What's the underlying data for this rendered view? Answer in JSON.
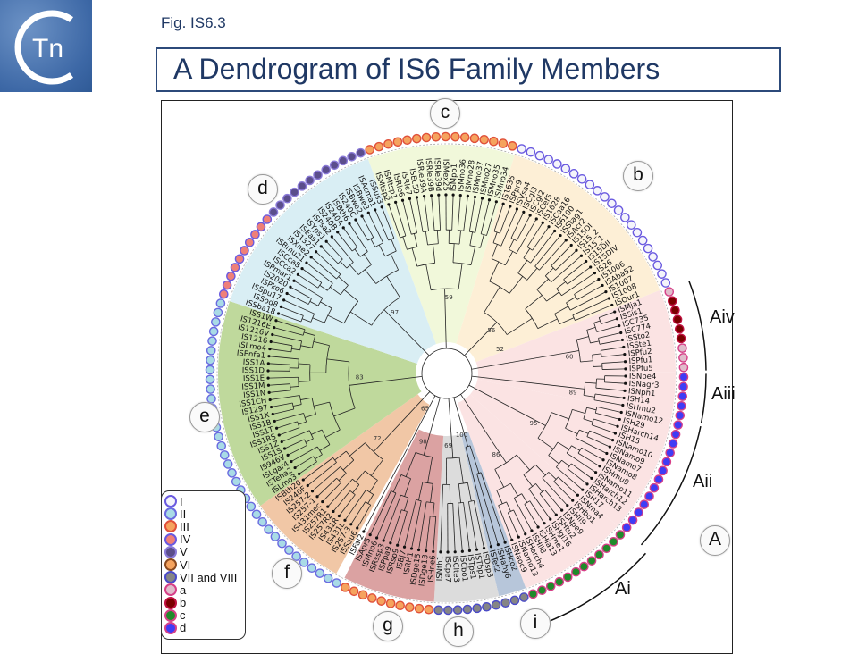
{
  "header": {
    "logo_text": "Tn",
    "fig_label": "Fig. IS6.3",
    "title": "A Dendrogram of IS6 Family Members"
  },
  "group_letters": {
    "c": "c",
    "b": "b",
    "d": "d",
    "e": "e",
    "f": "f",
    "g": "g",
    "h": "h",
    "i": "i",
    "A": "A"
  },
  "subgroup_labels": {
    "Aiv": "Aiv",
    "Aiii": "Aiii",
    "Aii": "Aii",
    "Ai": "Ai"
  },
  "dot_styles": {
    "I": {
      "fill": "#f4f4fa",
      "stroke": "#6a5ae0"
    },
    "II": {
      "fill": "#a9dbe6",
      "stroke": "#6a6ae0"
    },
    "III": {
      "fill": "#f5a35e",
      "stroke": "#e0503a"
    },
    "IV": {
      "fill": "#ef8078",
      "stroke": "#6a5ae0"
    },
    "V": {
      "fill": "#5b4e8c",
      "stroke": "#8a7ad8"
    },
    "VI": {
      "fill": "#f5a35e",
      "stroke": "#8a4a20"
    },
    "VII": {
      "fill": "#858585",
      "stroke": "#4a4ac8"
    },
    "a": {
      "fill": "#e0bccb",
      "stroke": "#d64088"
    },
    "b": {
      "fill": "#7a0000",
      "stroke": "#c01040"
    },
    "c": {
      "fill": "#1f8a2a",
      "stroke": "#d64088"
    },
    "d": {
      "fill": "#3f3cf5",
      "stroke": "#d64088"
    }
  },
  "legend": [
    {
      "key": "I",
      "label": "I"
    },
    {
      "key": "II",
      "label": "II"
    },
    {
      "key": "III",
      "label": "III"
    },
    {
      "key": "IV",
      "label": "IV"
    },
    {
      "key": "V",
      "label": "V"
    },
    {
      "key": "VI",
      "label": "VI"
    },
    {
      "key": "VII",
      "label": "VII and VIII"
    },
    {
      "key": "a",
      "label": "a"
    },
    {
      "key": "b",
      "label": "b"
    },
    {
      "key": "c",
      "label": "c"
    },
    {
      "key": "d",
      "label": "d"
    }
  ],
  "center_support": "52",
  "clades": [
    {
      "id": "c",
      "color": "#f1f8da",
      "support": "59",
      "leaves": [
        "ISMtsp2",
        "ISMtsp1",
        "ISRle6",
        "ISRle7",
        "ISEc59",
        "ISRle39A",
        "ISRle39B",
        "ISRle39d",
        "ISMex25",
        "ISMpo1",
        "ISMno36",
        "ISMno28",
        "ISMno37",
        "ISMno27",
        "ISMno35",
        "ISMno34"
      ],
      "dot": "III"
    },
    {
      "id": "b",
      "color": "#fdefd6",
      "support": "56",
      "leaves": [
        "IS1635",
        "ISPpr9",
        "ISVsa4",
        "ISCgl3",
        "ISCgl2",
        "ISCef5",
        "IS1628",
        "ISCaa16",
        "IS6100",
        "ISStag1",
        "ISAcr2",
        "IS15DI",
        "IS15_2",
        "IS15_1",
        "IS15DII",
        "IS15DIV",
        "IS26",
        "IS1006",
        "ISAba52",
        "IS1007",
        "IS1008",
        "ISOur1"
      ],
      "dot": "I"
    },
    {
      "id": "Aiv",
      "color": "#fbe3e3",
      "support": "60",
      "leaves": [
        "ISMja1",
        "ISSis1",
        "ISC735",
        "ISC774",
        "ISSto2",
        "ISSte1",
        "ISPfu2",
        "ISPfu1",
        "ISPfu5"
      ],
      "dots": [
        "a",
        "b",
        "b",
        "b",
        "b",
        "b",
        "a",
        "a",
        "a"
      ]
    },
    {
      "id": "Aiii",
      "color": "#fbe3e3",
      "support": "89",
      "leaves": [
        "ISNpe4",
        "ISNagr3",
        "ISNph1",
        "ISH14",
        "ISHmu2"
      ],
      "dot": "d"
    },
    {
      "id": "Aii",
      "color": "#fbe3e3",
      "support": "95",
      "leaves": [
        "ISNamo12",
        "ISH29",
        "ISHarch14",
        "ISH15",
        "ISNamo10",
        "ISNamo9",
        "ISNamo7",
        "ISNamo8",
        "ISHmu9",
        "ISNamo11",
        "ISHarch12",
        "ISHarch13",
        "ISH17"
      ],
      "dot": "d"
    },
    {
      "id": "Ai",
      "color": "#fbe3e3",
      "support": "86",
      "leaves": [
        "ISNma4",
        "ISHbo1",
        "ISHli9",
        "ISNpe9",
        "ISHtu2",
        "ISHgi16",
        "ISHme1",
        "ISHla13",
        "ISHli8",
        "ISHarch4",
        "ISNamo13",
        "ISNaoc9"
      ],
      "dot": "c"
    },
    {
      "id": "i",
      "color": "#b7c6da",
      "support": "100",
      "leaves": [
        "ISHco2",
        "ISHahy6",
        "ISTet2"
      ],
      "dot": "VII"
    },
    {
      "id": "h",
      "color": "#dcdcdc",
      "support": "69",
      "leaves": [
        "ISDsp3",
        "ISTbp1",
        "ISTps1",
        "ISCbo1",
        "ISCite3",
        "ISCpe7",
        "ISNth1"
      ],
      "dot": "VII"
    },
    {
      "id": "g",
      "color": "#dba2a2",
      "support": "98",
      "leaves": [
        "ISHne6",
        "ISDge13",
        "ISDge15",
        "ISRH1",
        "ISBj7",
        "ISRsp9",
        "ISPpa9",
        "ISRssp3",
        "ISMno6",
        "ISApr5"
      ],
      "dot": "III"
    },
    {
      "id": "fal",
      "color": "#ffffff",
      "support": "65",
      "leaves": [
        "ISFal2"
      ],
      "dot": "II"
    },
    {
      "id": "f",
      "color": "#f1c7a6",
      "support": "72",
      "leaves": [
        "ISSau6",
        "IS257-3",
        "IS431L",
        "IS431R",
        "IS257R2",
        "IS257R1",
        "IS431mec",
        "IS257-1",
        "IS257-2",
        "IS240F",
        "ISBth20"
      ],
      "dot": "II"
    },
    {
      "id": "e",
      "color": "#bfd99c",
      "support": "83",
      "leaves": [
        "ISLmo3",
        "ISTeha2",
        "ISLgar4",
        "IS946V",
        "ISS1S",
        "ISS1Z",
        "ISS1RS",
        "ISS1T",
        "ISS1B",
        "ISS1X",
        "IS1297",
        "ISS1CH",
        "ISS1N",
        "ISS1M",
        "ISS1E",
        "ISS1D",
        "ISS1A",
        "ISEnfa1",
        "ISLmo4",
        "IS1216",
        "IS1216V",
        "IS1216E",
        "ISS1W"
      ],
      "dot": "II"
    },
    {
      "id": "d",
      "color": "#d9eef4",
      "support": "97",
      "leaves": [
        "ISSba18",
        "ISSod8",
        "ISSpu17",
        "ISPko6",
        "IS2020",
        "ISPmar1",
        "ISCca2",
        "ISCca8",
        "ISBmu21",
        "ISXne2",
        "IS1327",
        "ISEas1",
        "ISYps1",
        "ISPsa2",
        "IS240B",
        "IS240A",
        "ISBth6",
        "IS240C",
        "ISBwe2",
        "ISBwe3",
        "ISAcma1",
        "ISSus3"
      ],
      "dots": [
        "IV",
        "IV",
        "IV",
        "IV",
        "IV",
        "IV",
        "IV",
        "IV",
        "IV",
        "IV",
        "V",
        "V",
        "V",
        "V",
        "V",
        "V",
        "V",
        "V",
        "V",
        "V",
        "V",
        "V"
      ]
    }
  ]
}
